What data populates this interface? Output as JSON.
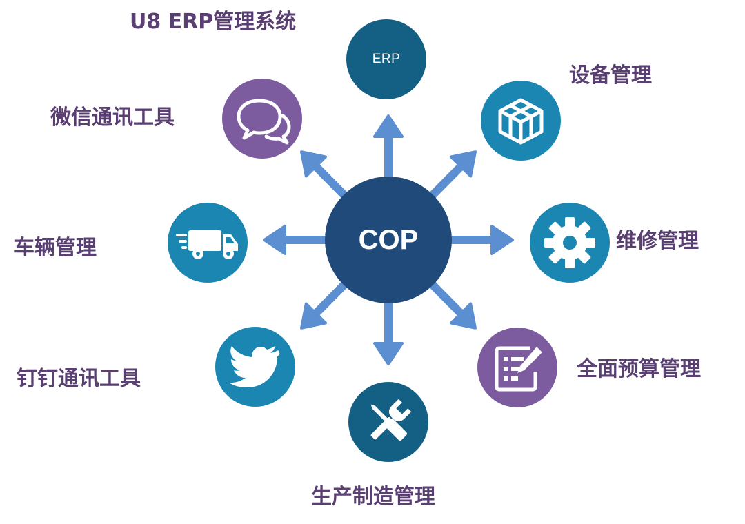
{
  "center": {
    "label": "COP",
    "color": "#1f4a7a"
  },
  "arrow_color": "#5b8fd2",
  "nodes": [
    {
      "id": "erp",
      "icon_text": "ERP",
      "icon": "erp-text-icon",
      "color": "#145f84",
      "label": "U8 ERP管理系统"
    },
    {
      "id": "equipment",
      "icon": "box-icon",
      "color": "#1b86b2",
      "label": "设备管理"
    },
    {
      "id": "maintenance",
      "icon": "gear-icon",
      "color": "#1b86b2",
      "label": "维修管理"
    },
    {
      "id": "budget",
      "icon": "edit-list-icon",
      "color": "#7c5c9e",
      "label": "全面预算管理"
    },
    {
      "id": "production",
      "icon": "tools-icon",
      "color": "#145f84",
      "label": "生产制造管理"
    },
    {
      "id": "dingtalk",
      "icon": "bird-icon",
      "color": "#1b86b2",
      "label": "钉钉通讯工具"
    },
    {
      "id": "vehicle",
      "icon": "truck-icon",
      "color": "#1b86b2",
      "label": "车辆管理"
    },
    {
      "id": "wechat",
      "icon": "chat-bubbles-icon",
      "color": "#7c5c9e",
      "label": "微信通讯工具"
    }
  ]
}
